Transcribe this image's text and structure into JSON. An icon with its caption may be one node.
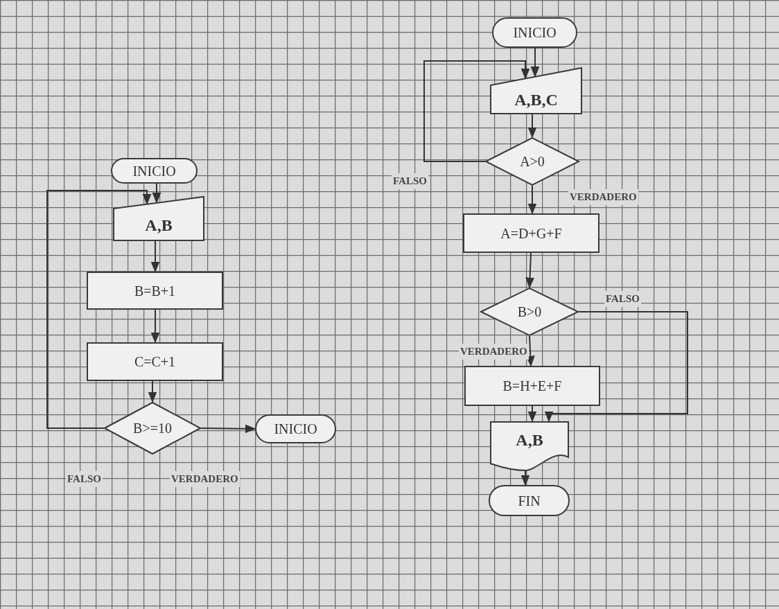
{
  "diagram": {
    "nodes": [
      {
        "text": [
          "INICIO"
        ]
      },
      {
        "text": [
          "A,B"
        ]
      },
      {
        "text": [
          "B=B+1"
        ]
      },
      {
        "text": [
          "C=C+1"
        ]
      },
      {
        "text": [
          "B>=10"
        ]
      },
      {
        "text": [
          "INICIO"
        ]
      },
      {
        "text": [
          "INICIO"
        ]
      },
      {
        "text": [
          "A,B,C"
        ]
      },
      {
        "text": [
          "A>0"
        ]
      },
      {
        "text": [
          "A=D+G+F"
        ]
      },
      {
        "text": [
          "B>0"
        ]
      },
      {
        "text": [
          "B=H+E+F"
        ]
      },
      {
        "text": [
          "A,B"
        ]
      },
      {
        "text": [
          "FIN"
        ]
      }
    ],
    "edges": [
      {
        "from": 0,
        "to": 1,
        "arrow": "to"
      },
      {
        "from": 1,
        "to": 2,
        "arrow": "to"
      },
      {
        "from": 2,
        "to": 3,
        "arrow": "to"
      },
      {
        "from": 3,
        "to": 4,
        "arrow": "to"
      },
      {
        "from": 4,
        "to": 1,
        "arrow": "to",
        "label": "FALSO"
      },
      {
        "from": 4,
        "to": 5,
        "arrow": "to",
        "label": "VERDADERO"
      },
      {
        "from": 6,
        "to": 7,
        "arrow": "to"
      },
      {
        "from": 7,
        "to": 8,
        "arrow": "to"
      },
      {
        "from": 8,
        "to": 7,
        "arrow": "to",
        "label": "FALSO"
      },
      {
        "from": 8,
        "to": 9,
        "arrow": "to",
        "label": "VERDADERO"
      },
      {
        "from": 9,
        "to": 10,
        "arrow": "to"
      },
      {
        "from": 10,
        "to": 11,
        "arrow": "to",
        "label": "VERDADERO"
      },
      {
        "from": 10,
        "to": 12,
        "arrow": "to",
        "label": "FALSO"
      },
      {
        "from": 11,
        "to": 12,
        "arrow": "to"
      },
      {
        "from": 12,
        "to": 13,
        "arrow": "to"
      }
    ]
  }
}
